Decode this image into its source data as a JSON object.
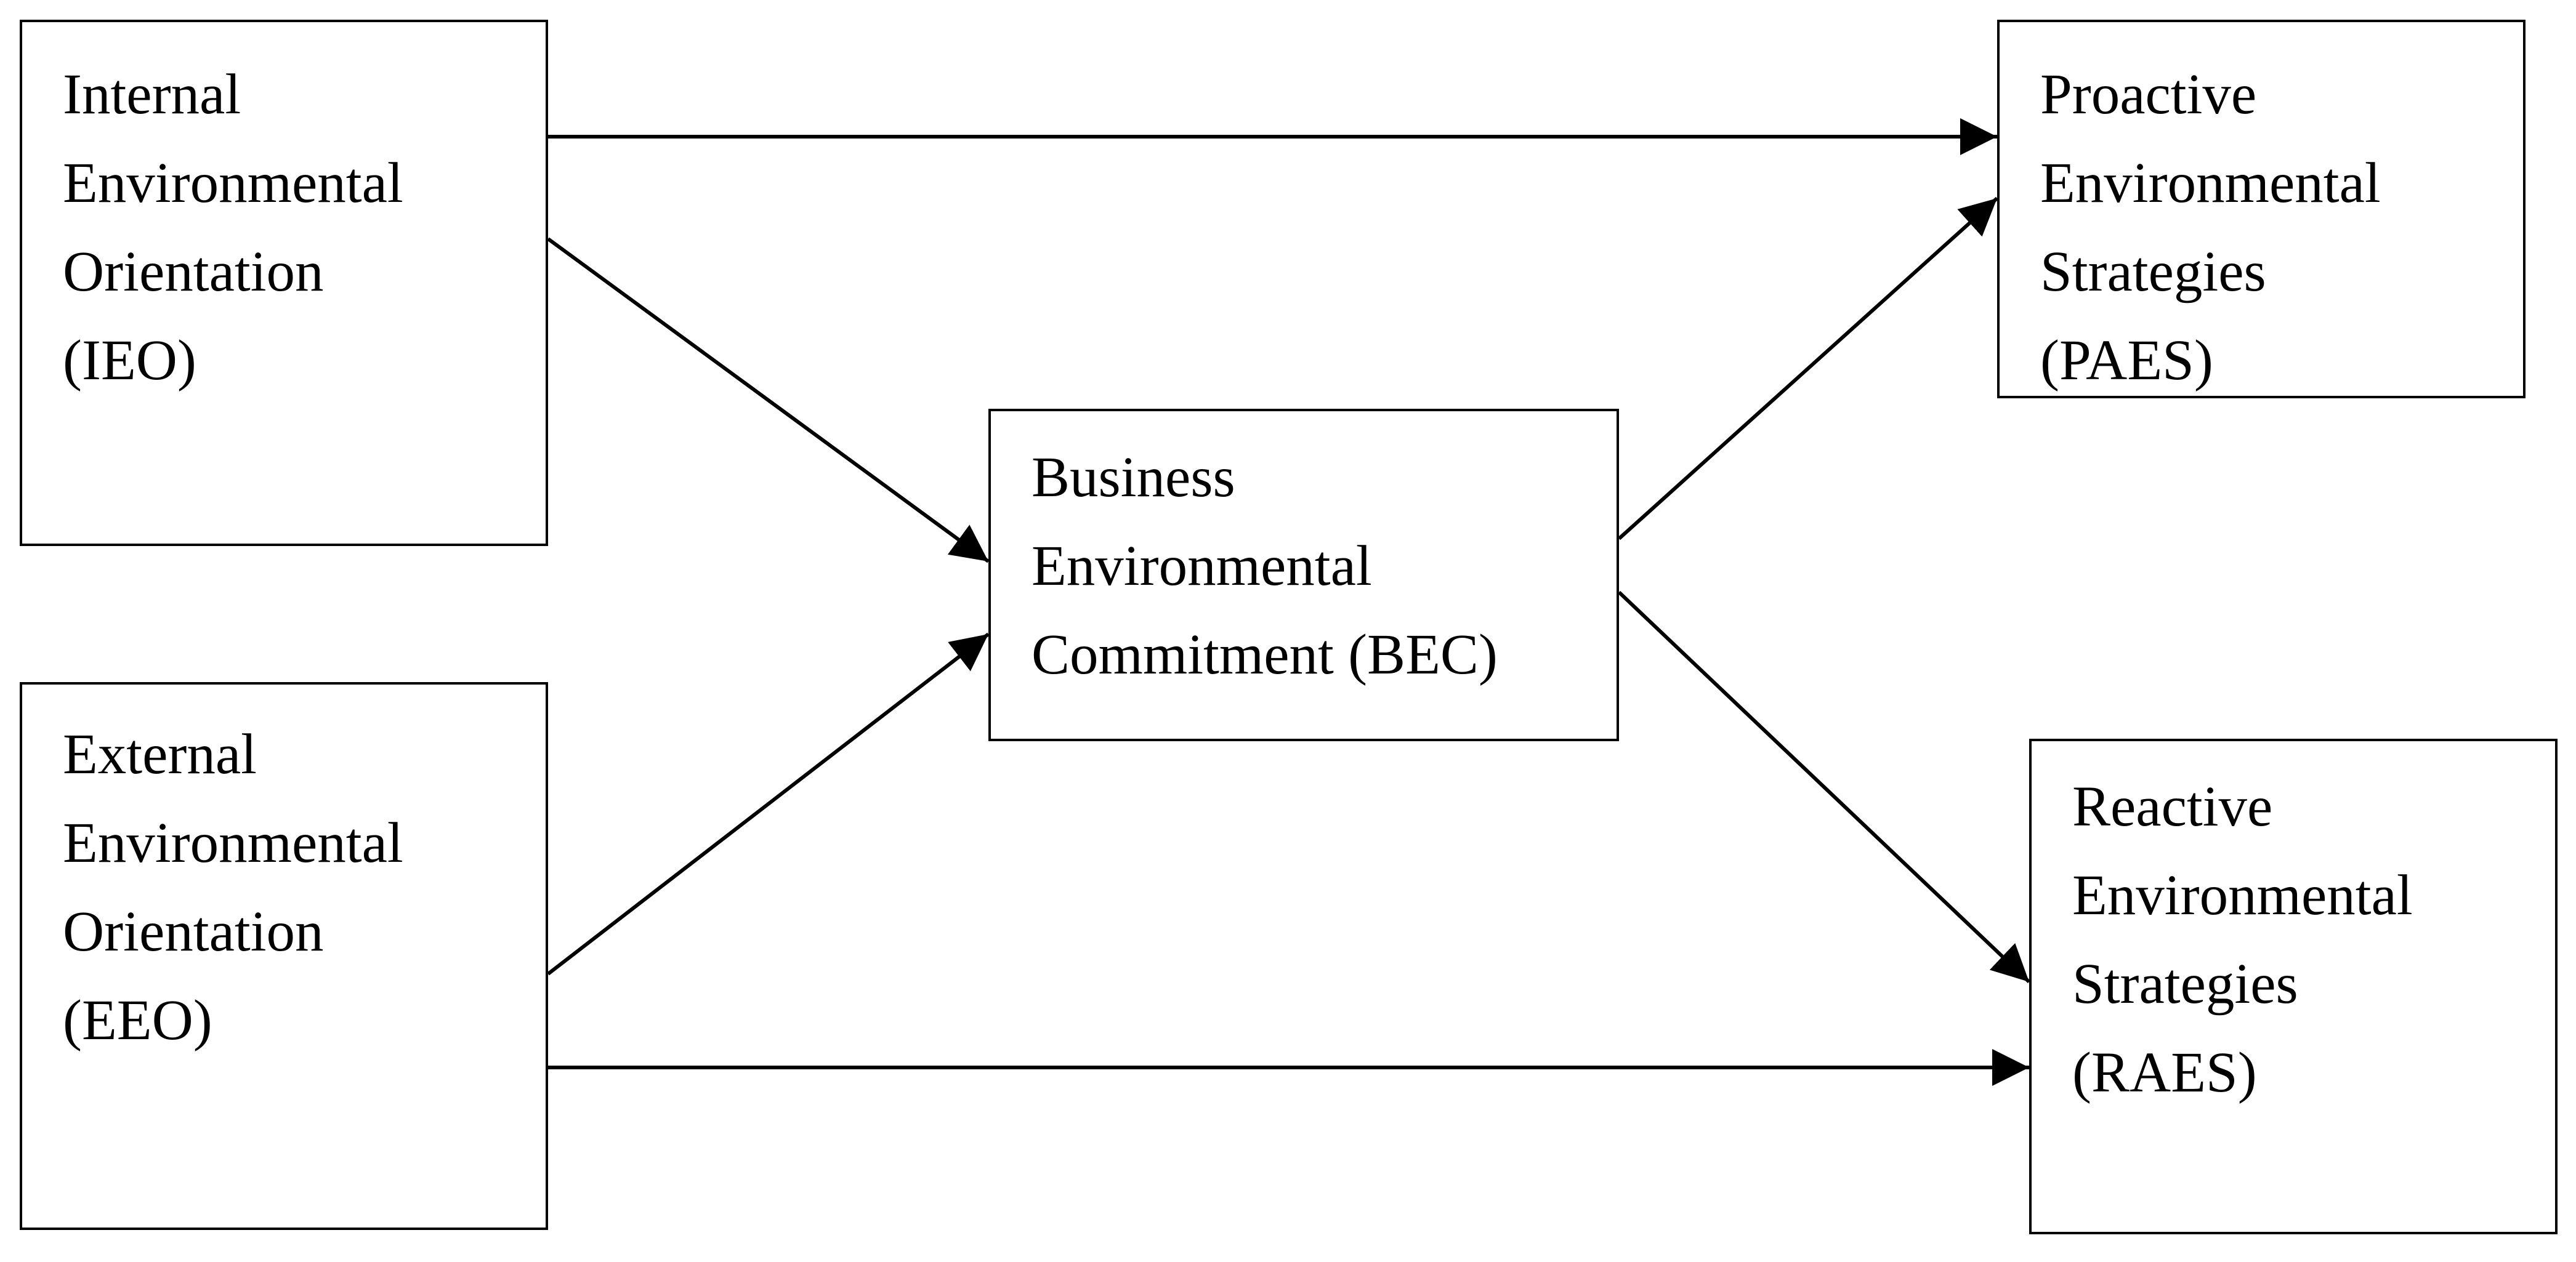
{
  "nodes": {
    "ieo": {
      "label": "Internal\nEnvironmental\nOrientation\n(IEO)"
    },
    "eeo": {
      "label": "External\nEnvironmental\nOrientation\n(EEO)"
    },
    "bec": {
      "label": "Business\nEnvironmental\nCommitment (BEC)"
    },
    "paes": {
      "label": "Proactive\nEnvironmental\nStrategies\n(PAES)"
    },
    "raes": {
      "label": "Reactive\nEnvironmental\nStrategies\n(RAES)"
    }
  },
  "edges": [
    {
      "from": "IEO",
      "to": "PAES"
    },
    {
      "from": "IEO",
      "to": "BEC"
    },
    {
      "from": "EEO",
      "to": "BEC"
    },
    {
      "from": "EEO",
      "to": "RAES"
    },
    {
      "from": "BEC",
      "to": "PAES"
    },
    {
      "from": "BEC",
      "to": "RAES"
    }
  ]
}
